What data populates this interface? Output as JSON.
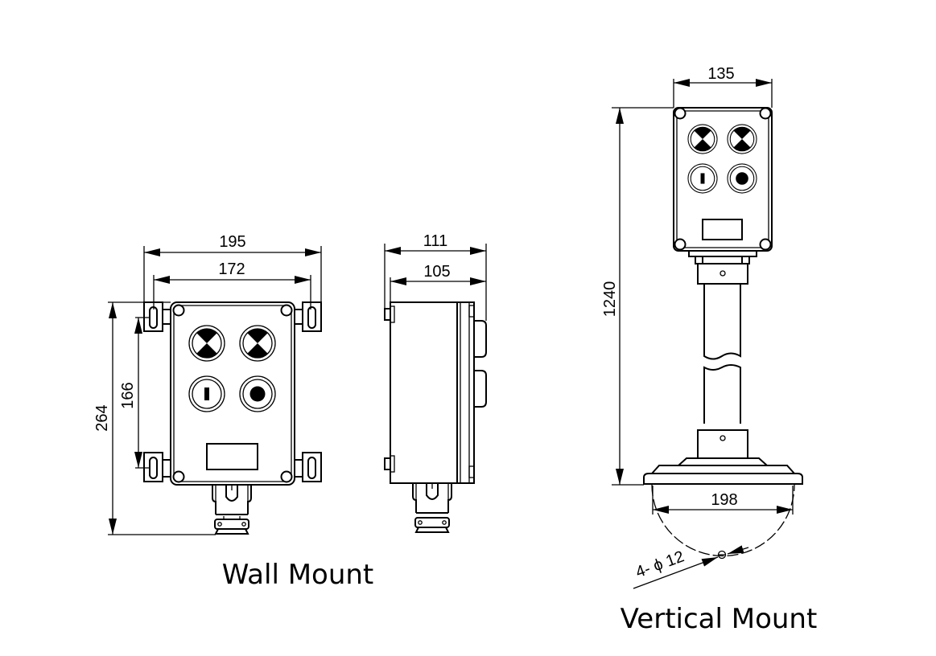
{
  "views": {
    "wall_mount": {
      "caption": "Wall  Mount",
      "dimensions": {
        "overall_width": "195",
        "mount_hole_spacing_width": "172",
        "overall_height": "264",
        "mount_hole_spacing_height": "166"
      }
    },
    "side_view": {
      "dimensions": {
        "overall_depth": "111",
        "body_depth": "105"
      }
    },
    "vertical_mount": {
      "caption": "Vertical Mount",
      "dimensions": {
        "box_width": "135",
        "overall_height": "1240",
        "base_hole_circle": "198",
        "base_holes": "4- ϕ 12"
      }
    }
  },
  "panel_controls": [
    {
      "type": "indicator-light",
      "icon": "indicator-light-icon"
    },
    {
      "type": "indicator-light",
      "icon": "indicator-light-icon"
    },
    {
      "type": "start-button",
      "icon": "start-button-icon"
    },
    {
      "type": "stop-button",
      "icon": "stop-button-icon"
    }
  ]
}
